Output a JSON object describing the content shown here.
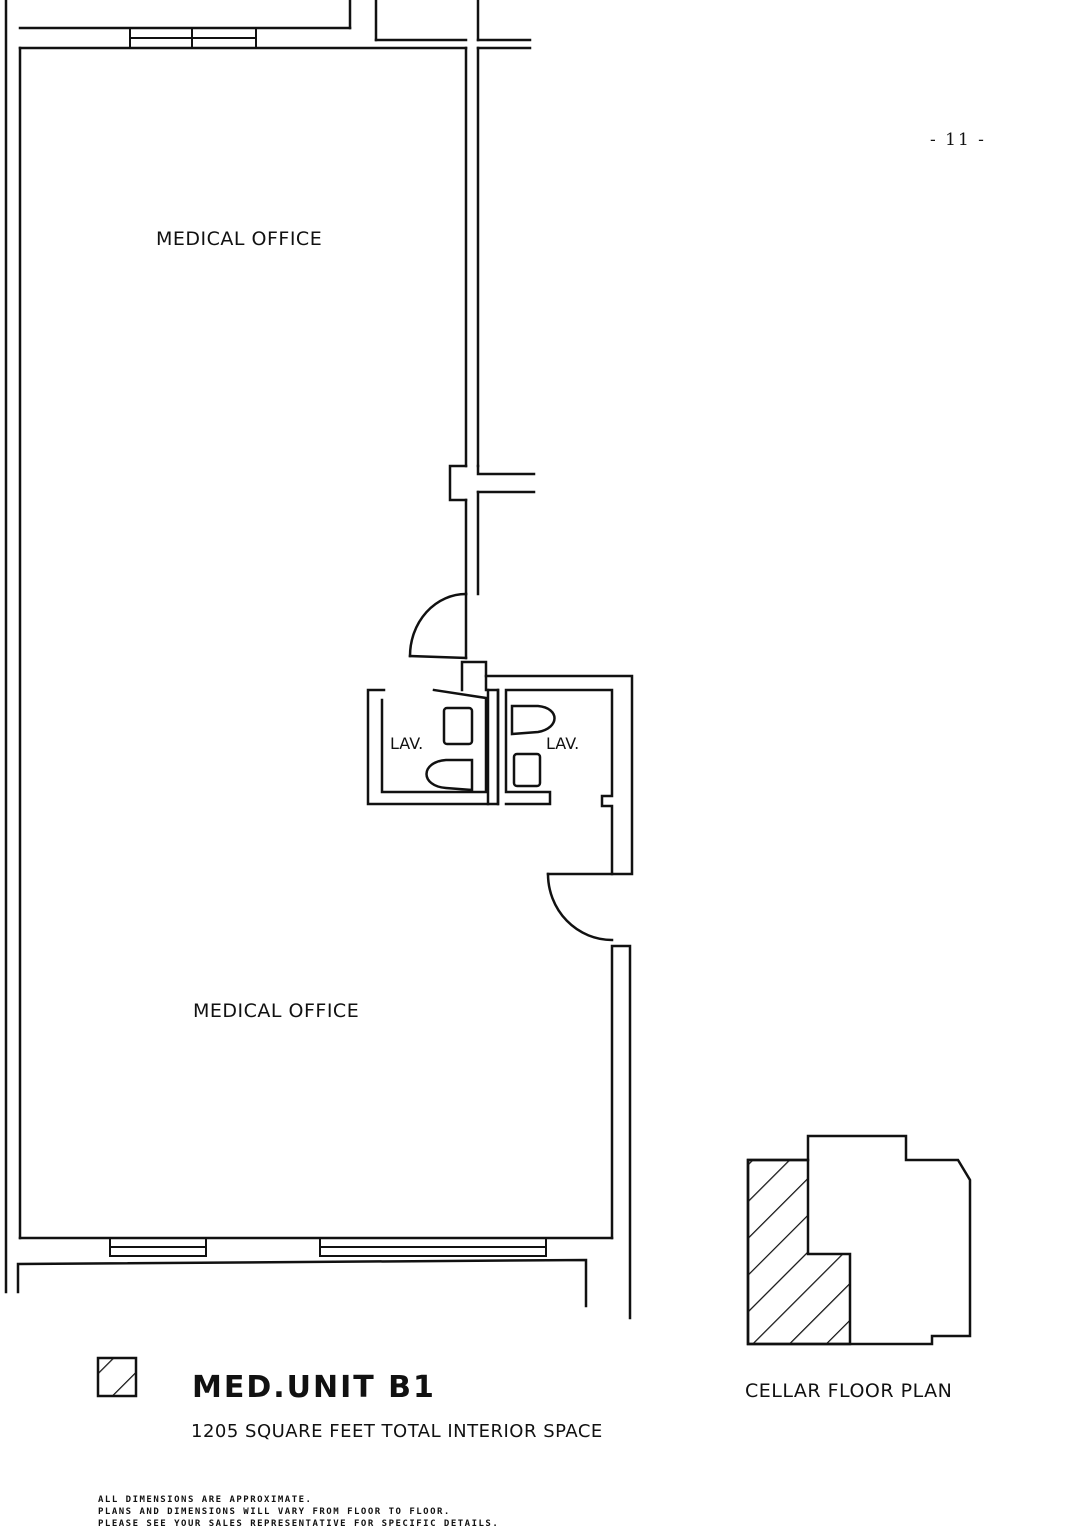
{
  "page_number": "- 11 -",
  "rooms": {
    "upper": "MEDICAL OFFICE",
    "lower": "MEDICAL OFFICE",
    "lav_left": "LAV.",
    "lav_right": "LAV."
  },
  "key_plan": {
    "title": "CELLAR FLOOR PLAN"
  },
  "legend": {
    "unit_title": "MED.UNIT B1",
    "subtitle": "1205 SQUARE FEET TOTAL INTERIOR SPACE"
  },
  "notes": [
    "ALL DIMENSIONS ARE APPROXIMATE.",
    "PLANS AND DIMENSIONS WILL VARY FROM FLOOR TO FLOOR.",
    "PLEASE SEE YOUR SALES REPRESENTATIVE FOR SPECIFIC DETAILS."
  ]
}
